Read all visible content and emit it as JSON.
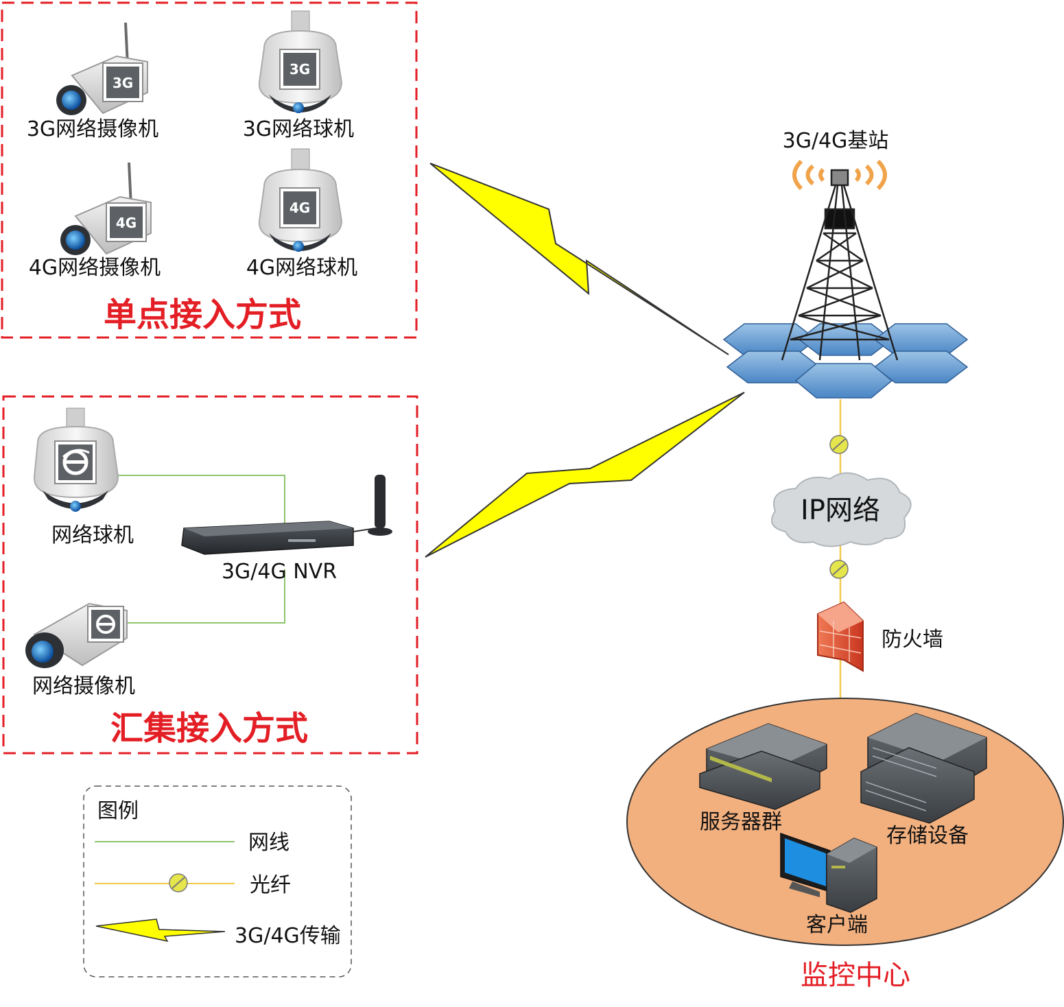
{
  "groups": {
    "single": {
      "title": "单点接入方式",
      "devices": [
        {
          "label": "3G网络摄像机",
          "badge": "3G",
          "kind": "camera-icon"
        },
        {
          "label": "3G网络球机",
          "badge": "3G",
          "kind": "dome-camera-icon"
        },
        {
          "label": "4G网络摄像机",
          "badge": "4G",
          "kind": "camera-icon"
        },
        {
          "label": "4G网络球机",
          "badge": "4G",
          "kind": "dome-camera-icon"
        }
      ]
    },
    "aggregate": {
      "title": "汇集接入方式",
      "dome_label": "网络球机",
      "camera_label": "网络摄像机",
      "nvr_label": "3G/4G NVR"
    }
  },
  "base_station": {
    "label": "3G/4G基站"
  },
  "ip_network": {
    "label": "IP网络"
  },
  "firewall": {
    "label": "防火墙"
  },
  "monitoring_center": {
    "title": "监控中心",
    "servers_label": "服务器群",
    "storage_label": "存储设备",
    "client_label": "客户端"
  },
  "legend": {
    "title": "图例",
    "items": [
      {
        "label": "网线",
        "kind": "network-cable"
      },
      {
        "label": "光纤",
        "kind": "optical-fiber"
      },
      {
        "label": "3G/4G传输",
        "kind": "wireless-transmission"
      }
    ]
  },
  "colors": {
    "group_border": "#e31e25",
    "network_cable": "#8cc46a",
    "optical_fiber": "#f2c94c",
    "lightning": "#ffff00",
    "center_fill": "#f2b07f",
    "hex_fill": "#5b9bd5",
    "firewall": "#e8553a",
    "title_red": "#e31e25"
  }
}
